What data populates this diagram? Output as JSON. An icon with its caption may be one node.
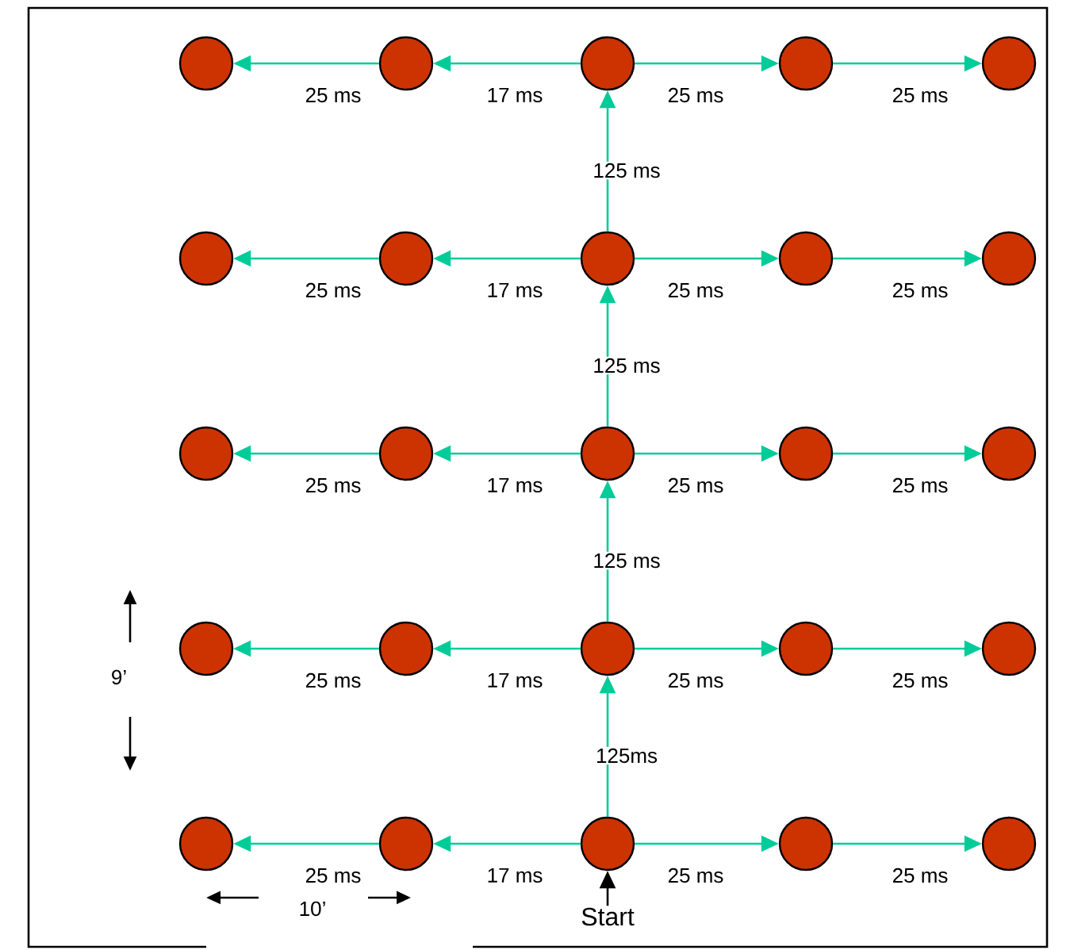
{
  "diagram": {
    "nodes": [
      {
        "text": [],
        "shape": "circle"
      },
      {
        "text": [],
        "shape": "circle"
      },
      {
        "text": [],
        "shape": "circle"
      },
      {
        "text": [],
        "shape": "circle"
      },
      {
        "text": [],
        "shape": "circle"
      },
      {
        "text": [],
        "shape": "circle"
      },
      {
        "text": [],
        "shape": "circle"
      },
      {
        "text": [],
        "shape": "circle"
      },
      {
        "text": [],
        "shape": "circle"
      },
      {
        "text": [],
        "shape": "circle"
      },
      {
        "text": [],
        "shape": "circle"
      },
      {
        "text": [],
        "shape": "circle"
      },
      {
        "text": [],
        "shape": "circle"
      },
      {
        "text": [],
        "shape": "circle"
      },
      {
        "text": [],
        "shape": "circle"
      },
      {
        "text": [],
        "shape": "circle"
      },
      {
        "text": [],
        "shape": "circle"
      },
      {
        "text": [],
        "shape": "circle"
      },
      {
        "text": [],
        "shape": "circle"
      },
      {
        "text": [],
        "shape": "circle"
      },
      {
        "text": [],
        "shape": "circle"
      },
      {
        "text": [],
        "shape": "circle"
      },
      {
        "text": [],
        "shape": "circle"
      },
      {
        "text": [],
        "shape": "circle"
      },
      {
        "text": [],
        "shape": "circle"
      },
      {
        "text": [
          "Start"
        ]
      }
    ],
    "edges": [
      {
        "from": 2,
        "to": 1,
        "arrow": "to",
        "label": "17 ms"
      },
      {
        "from": 1,
        "to": 0,
        "arrow": "to",
        "label": "25 ms"
      },
      {
        "from": 2,
        "to": 3,
        "arrow": "to",
        "label": "25 ms"
      },
      {
        "from": 3,
        "to": 4,
        "arrow": "to",
        "label": "25 ms"
      },
      {
        "from": 7,
        "to": 6,
        "arrow": "to",
        "label": "17 ms"
      },
      {
        "from": 6,
        "to": 5,
        "arrow": "to",
        "label": "25 ms"
      },
      {
        "from": 7,
        "to": 8,
        "arrow": "to",
        "label": "25 ms"
      },
      {
        "from": 8,
        "to": 9,
        "arrow": "to",
        "label": "25 ms"
      },
      {
        "from": 12,
        "to": 11,
        "arrow": "to",
        "label": "17 ms"
      },
      {
        "from": 11,
        "to": 10,
        "arrow": "to",
        "label": "25 ms"
      },
      {
        "from": 12,
        "to": 13,
        "arrow": "to",
        "label": "25 ms"
      },
      {
        "from": 13,
        "to": 14,
        "arrow": "to",
        "label": "25 ms"
      },
      {
        "from": 17,
        "to": 16,
        "arrow": "to",
        "label": "17 ms"
      },
      {
        "from": 16,
        "to": 15,
        "arrow": "to",
        "label": "25 ms"
      },
      {
        "from": 17,
        "to": 18,
        "arrow": "to",
        "label": "25 ms"
      },
      {
        "from": 18,
        "to": 19,
        "arrow": "to",
        "label": "25 ms"
      },
      {
        "from": 22,
        "to": 21,
        "arrow": "to",
        "label": "17 ms"
      },
      {
        "from": 21,
        "to": 20,
        "arrow": "to",
        "label": "25 ms"
      },
      {
        "from": 22,
        "to": 23,
        "arrow": "to",
        "label": "25 ms"
      },
      {
        "from": 23,
        "to": 24,
        "arrow": "to",
        "label": "25 ms"
      },
      {
        "from": 7,
        "to": 2,
        "arrow": "to",
        "label": "125 ms"
      },
      {
        "from": 12,
        "to": 7,
        "arrow": "to",
        "label": "125 ms"
      },
      {
        "from": 17,
        "to": 12,
        "arrow": "to",
        "label": "125 ms"
      },
      {
        "from": 22,
        "to": 17,
        "arrow": "to",
        "label": "125ms"
      },
      {
        "from": 25,
        "to": 22,
        "arrow": "to",
        "color": "#000000"
      }
    ],
    "labels": [
      "9’",
      "10’"
    ]
  }
}
